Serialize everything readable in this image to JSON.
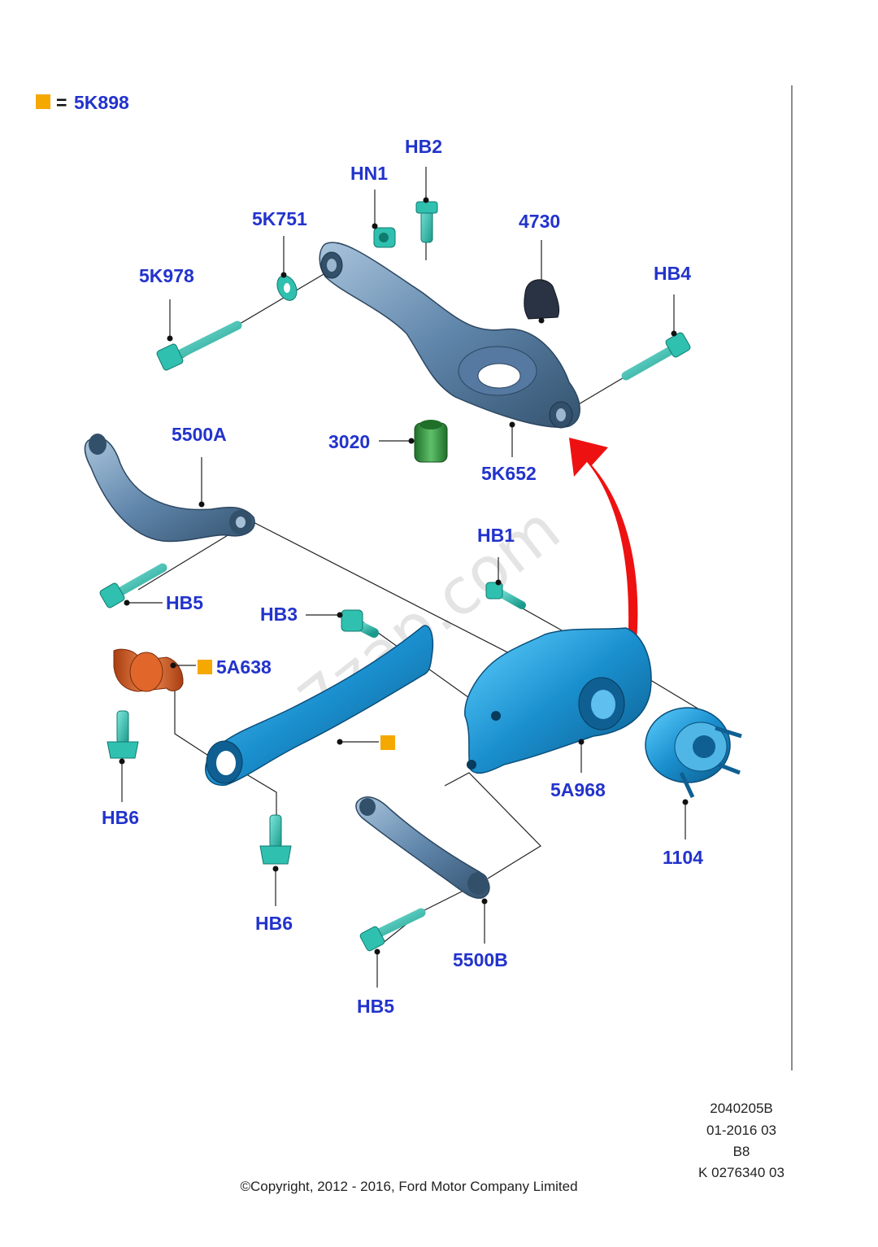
{
  "colors": {
    "label": "#2233cc",
    "legend_marker": "#f5a800",
    "arrow": "#ee1111",
    "steel_dark": "#4a6f8f",
    "steel": "#6f95b8",
    "cyan_part": "#1c9fd6",
    "bolt": "#2fc0b0",
    "bush_green": "#2e9a3c",
    "bush_black": "#2a3344",
    "bush_orange": "#e0662a"
  },
  "legend": {
    "equals": "=",
    "code": "5K898"
  },
  "labels": {
    "hb2": "HB2",
    "hn1": "HN1",
    "k751": "5K751",
    "k978": "5K978",
    "p4730": "4730",
    "hb4": "HB4",
    "p3020": "3020",
    "k652": "5K652",
    "a5500": "5500A",
    "hb1": "HB1",
    "hb5_top": "HB5",
    "hb3": "HB3",
    "a638": "5A638",
    "a968": "5A968",
    "hb6_left": "HB6",
    "p1104": "1104",
    "hb6_mid": "HB6",
    "b5500": "5500B",
    "hb5_bottom": "HB5"
  },
  "watermark": "7zap.com",
  "meta": {
    "line1": "2040205B",
    "line2": "01-2016 03",
    "line3": "B8",
    "line4": "K 0276340 03"
  },
  "copyright": "©Copyright, 2012 - 2016, Ford Motor Company Limited"
}
